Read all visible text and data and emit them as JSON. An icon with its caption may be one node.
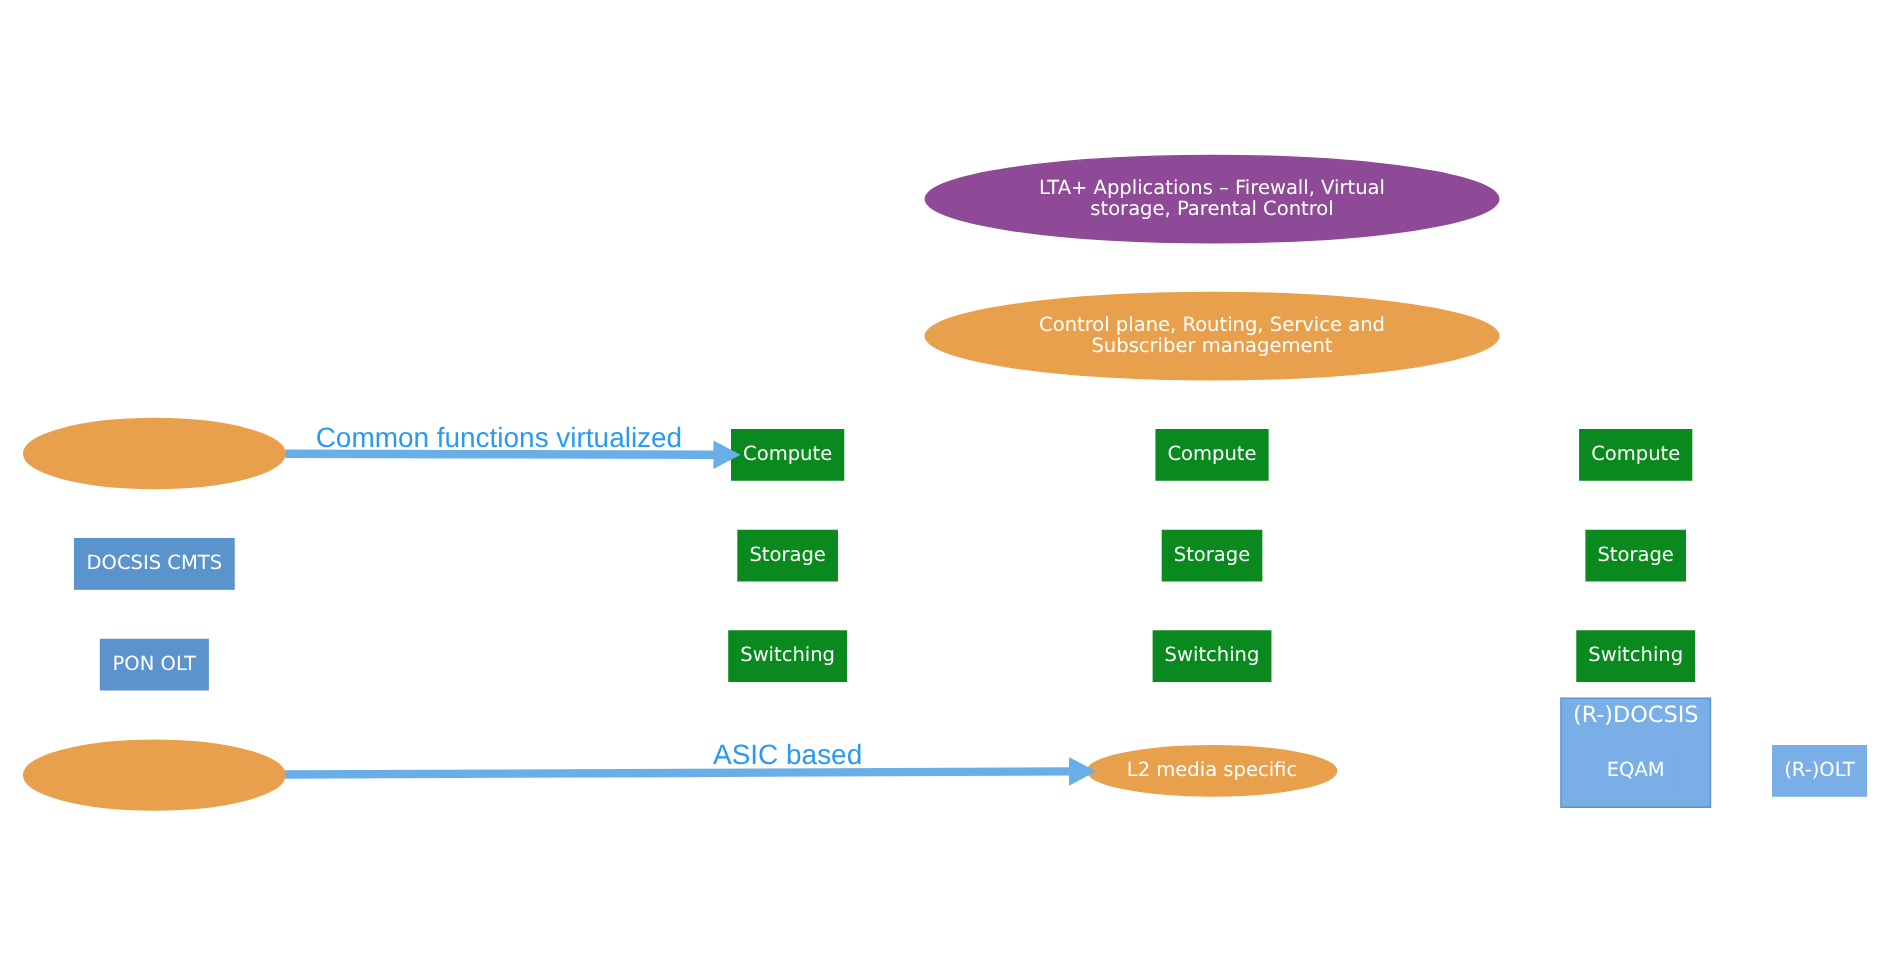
{
  "diagram": {
    "nodes": [
      {
        "text": [],
        "shape": "ellipse"
      },
      {
        "text": [
          "DOCSIS CMTS"
        ]
      },
      {
        "text": [
          "PON OLT"
        ]
      },
      {
        "text": [],
        "shape": "ellipse"
      },
      {
        "text": [
          "LTA+ Applications – Firewall, Virtual storage, Parental Control"
        ]
      },
      {
        "text": [
          "Control plane, Routing, Service and Subscriber management"
        ]
      },
      {
        "text": [
          "Compute"
        ]
      },
      {
        "text": [
          "Compute"
        ]
      },
      {
        "text": [
          "Compute"
        ]
      },
      {
        "text": [
          "Storage"
        ]
      },
      {
        "text": [
          "Storage"
        ]
      },
      {
        "text": [
          "Storage"
        ]
      },
      {
        "text": [
          "Switching"
        ]
      },
      {
        "text": [
          "Switching"
        ]
      },
      {
        "text": [
          "Switching"
        ]
      },
      {
        "text": [
          "L2 media specific"
        ]
      },
      {
        "text": [
          "(R-)DOCSIS"
        ]
      },
      {
        "text": [
          "EQAM"
        ],
        "in": 16
      },
      {
        "text": [
          "(R-)OLT"
        ]
      }
    ],
    "edges": [
      {
        "from": 0,
        "to": 6,
        "arrow": "to",
        "label": "Common functions virtualized"
      },
      {
        "from": 3,
        "to": 15,
        "arrow": "to",
        "label": "ASIC based"
      }
    ]
  }
}
